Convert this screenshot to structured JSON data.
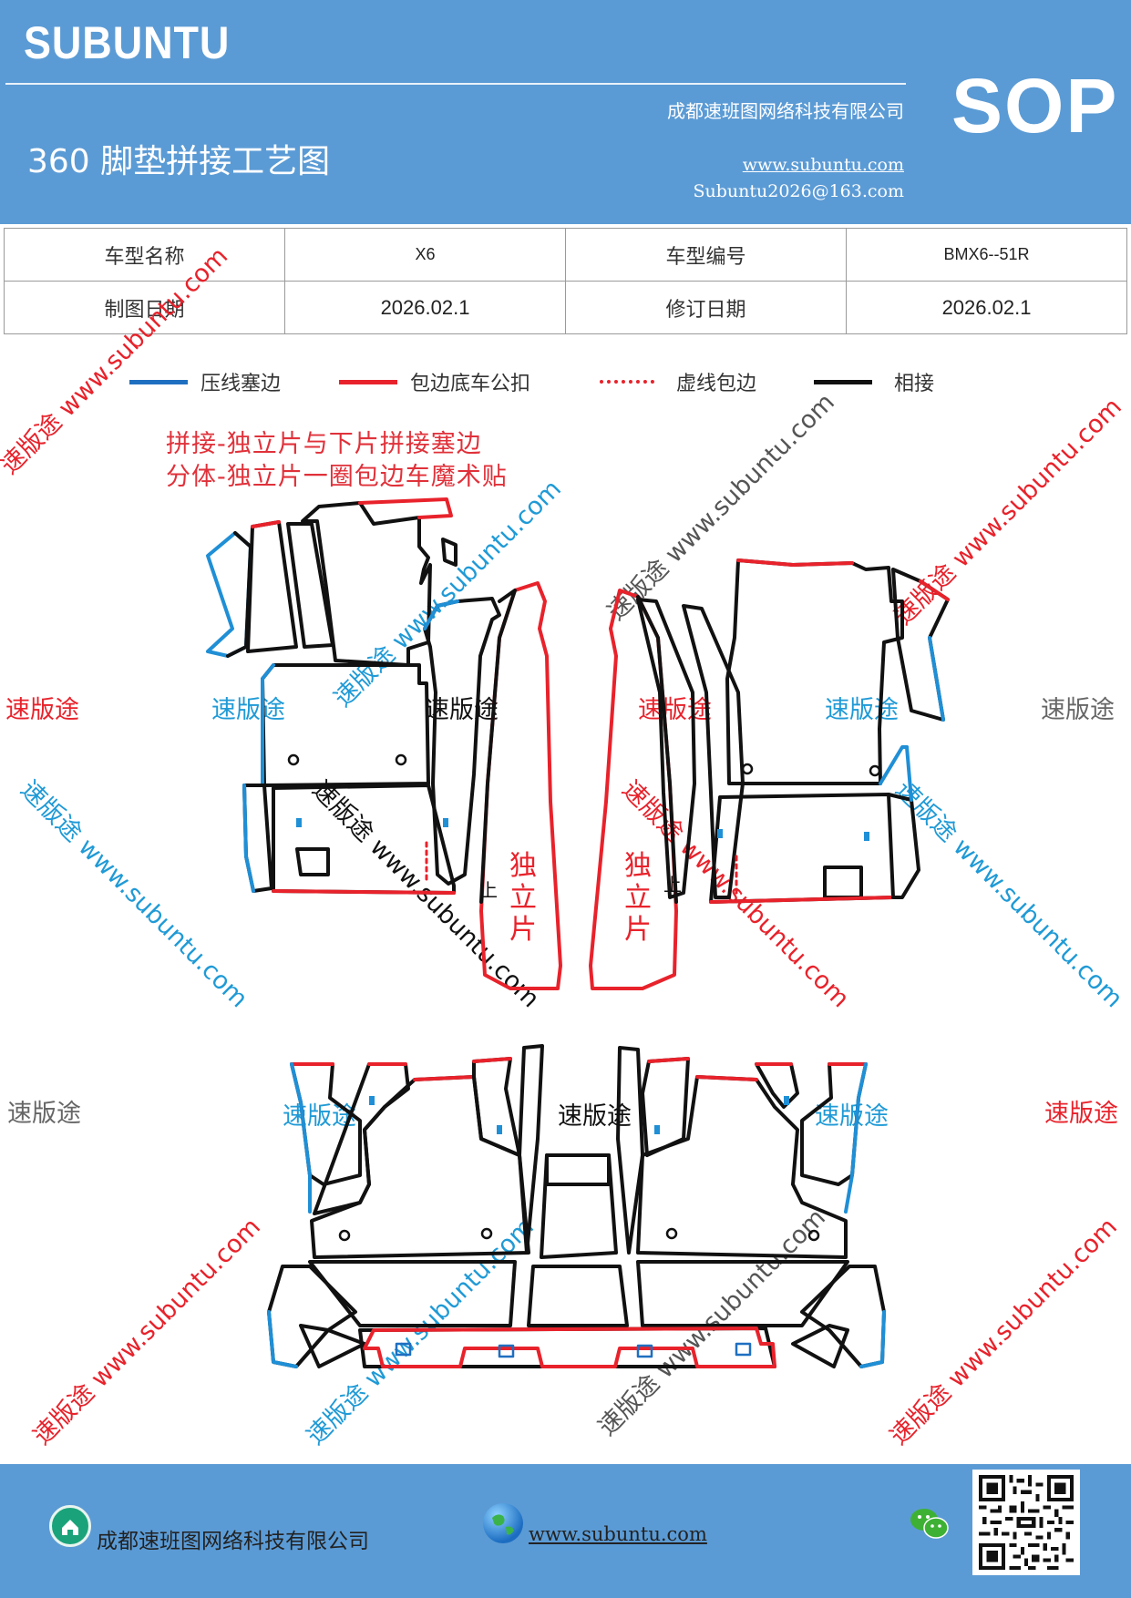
{
  "header": {
    "brand": "SUBUNTU",
    "title": "360 脚垫拼接工艺图",
    "company": "成都速班图网络科技有限公司",
    "website": "www.subuntu.com",
    "email": "Subuntu2026@163.com",
    "badge": "SOP"
  },
  "info": {
    "model_name_label": "车型名称",
    "model_name": "X6",
    "model_code_label": "车型编号",
    "model_code": "BMX6--51R",
    "draw_date_label": "制图日期",
    "draw_date": "2026.02.1",
    "revise_date_label": "修订日期",
    "revise_date": "2026.02.1"
  },
  "legend": [
    {
      "label": "压线塞边",
      "color": "#1f6fc0",
      "style": "solid"
    },
    {
      "label": "包边底车公扣",
      "color": "#e8222b",
      "style": "solid"
    },
    {
      "label": "虚线包边",
      "color": "#e8222b",
      "style": "dotted"
    },
    {
      "label": "相接",
      "color": "#111111",
      "style": "solid"
    }
  ],
  "notes": [
    "拼接-独立片与下片拼接塞边",
    "分体-独立片一圈包边车魔术贴"
  ],
  "drawing": {
    "independent_piece_label": [
      "独",
      "立",
      "片"
    ],
    "joint_mark": "上"
  },
  "watermarks": {
    "brand": "速版途",
    "url": "速版途 www.subuntu.com",
    "red": "#e8222b",
    "blue": "#1f9ad6",
    "gray": "#666666",
    "black": "#111111"
  },
  "footer": {
    "company": "成都速班图网络科技有限公司",
    "website": "www.subuntu.com"
  },
  "icons": {
    "home": "home-icon",
    "globe": "globe-icon",
    "wechat": "wechat-icon",
    "qr": "qr-code"
  }
}
